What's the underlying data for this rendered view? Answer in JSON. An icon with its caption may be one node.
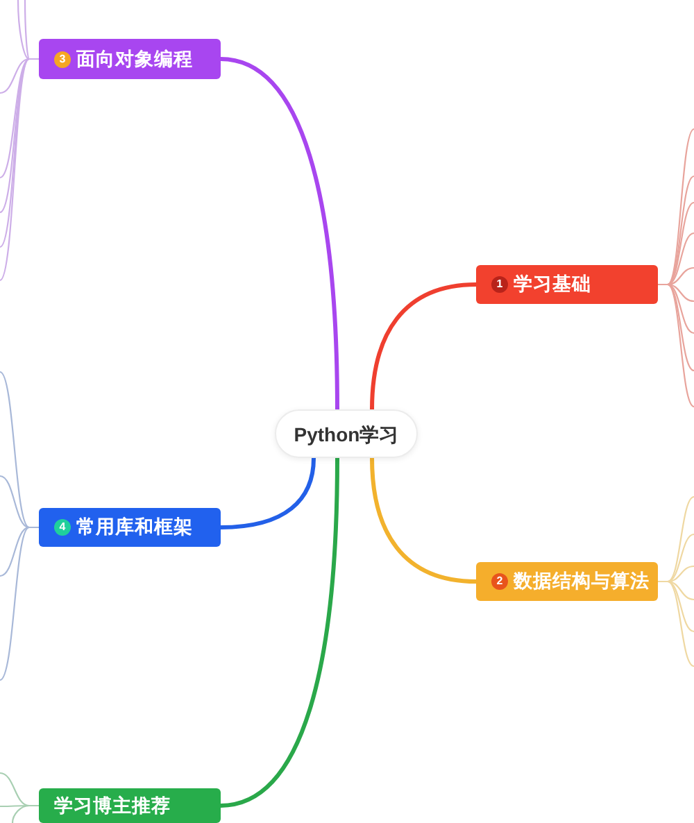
{
  "diagram": {
    "nodes": [
      {
        "text": [
          "Python学习"
        ]
      },
      {
        "text": [
          "1",
          "学习基础"
        ]
      },
      {
        "text": [
          "2",
          "数据结构与算法"
        ]
      },
      {
        "text": [
          "3",
          "面向对象编程"
        ]
      },
      {
        "text": [
          "4",
          "常用库和框架"
        ]
      },
      {
        "text": [
          "学习博主推荐"
        ]
      }
    ],
    "edges": [
      {
        "from": 0,
        "to": 1,
        "arrow": "none",
        "style": "thick",
        "color": "#ef3f2f"
      },
      {
        "from": 0,
        "to": 2,
        "arrow": "none",
        "style": "thick",
        "color": "#f2b22d"
      },
      {
        "from": 0,
        "to": 3,
        "arrow": "none",
        "style": "thick",
        "color": "#a846ef"
      },
      {
        "from": 0,
        "to": 4,
        "arrow": "none",
        "style": "thick",
        "color": "#2360e8"
      },
      {
        "from": 0,
        "to": 5,
        "arrow": "none",
        "style": "thick",
        "color": "#2aa84a"
      },
      {
        "from": 1,
        "to": null,
        "arrow": "none",
        "color": "#e8a49c"
      },
      {
        "from": 1,
        "to": null,
        "arrow": "none",
        "color": "#e8a49c"
      },
      {
        "from": 1,
        "to": null,
        "arrow": "none",
        "color": "#e8a49c"
      },
      {
        "from": 1,
        "to": null,
        "arrow": "none",
        "color": "#e8a49c"
      },
      {
        "from": 1,
        "to": null,
        "arrow": "none",
        "color": "#e8a49c"
      },
      {
        "from": 1,
        "to": null,
        "arrow": "none",
        "color": "#e8a49c"
      },
      {
        "from": 1,
        "to": null,
        "arrow": "none",
        "color": "#e8a49c"
      },
      {
        "from": 1,
        "to": null,
        "arrow": "none",
        "color": "#e8a49c"
      },
      {
        "from": 1,
        "to": null,
        "arrow": "none",
        "color": "#e8a49c"
      },
      {
        "from": 2,
        "to": null,
        "arrow": "none",
        "color": "#efd8a2"
      },
      {
        "from": 2,
        "to": null,
        "arrow": "none",
        "color": "#efd8a2"
      },
      {
        "from": 2,
        "to": null,
        "arrow": "none",
        "color": "#efd8a2"
      },
      {
        "from": 2,
        "to": null,
        "arrow": "none",
        "color": "#efd8a2"
      },
      {
        "from": 2,
        "to": null,
        "arrow": "none",
        "color": "#efd8a2"
      },
      {
        "from": 2,
        "to": null,
        "arrow": "none",
        "color": "#efd8a2"
      },
      {
        "from": 3,
        "to": null,
        "arrow": "none",
        "color": "#cdaee8"
      },
      {
        "from": 3,
        "to": null,
        "arrow": "none",
        "color": "#cdaee8"
      },
      {
        "from": 3,
        "to": null,
        "arrow": "none",
        "color": "#cdaee8"
      },
      {
        "from": 3,
        "to": null,
        "arrow": "none",
        "color": "#cdaee8"
      },
      {
        "from": 3,
        "to": null,
        "arrow": "none",
        "color": "#cdaee8"
      },
      {
        "from": 3,
        "to": null,
        "arrow": "none",
        "color": "#cdaee8"
      },
      {
        "from": 3,
        "to": null,
        "arrow": "none",
        "color": "#cdaee8"
      },
      {
        "from": 4,
        "to": null,
        "arrow": "none",
        "color": "#a8b8d8"
      },
      {
        "from": 4,
        "to": null,
        "arrow": "none",
        "color": "#a8b8d8"
      },
      {
        "from": 4,
        "to": null,
        "arrow": "none",
        "color": "#a8b8d8"
      },
      {
        "from": 4,
        "to": null,
        "arrow": "none",
        "color": "#a8b8d8"
      },
      {
        "from": 5,
        "to": null,
        "arrow": "none",
        "color": "#a8cfb2"
      },
      {
        "from": 5,
        "to": null,
        "arrow": "none",
        "color": "#a8cfb2"
      },
      {
        "from": 5,
        "to": null,
        "arrow": "none",
        "color": "#a8cfb2"
      }
    ]
  }
}
